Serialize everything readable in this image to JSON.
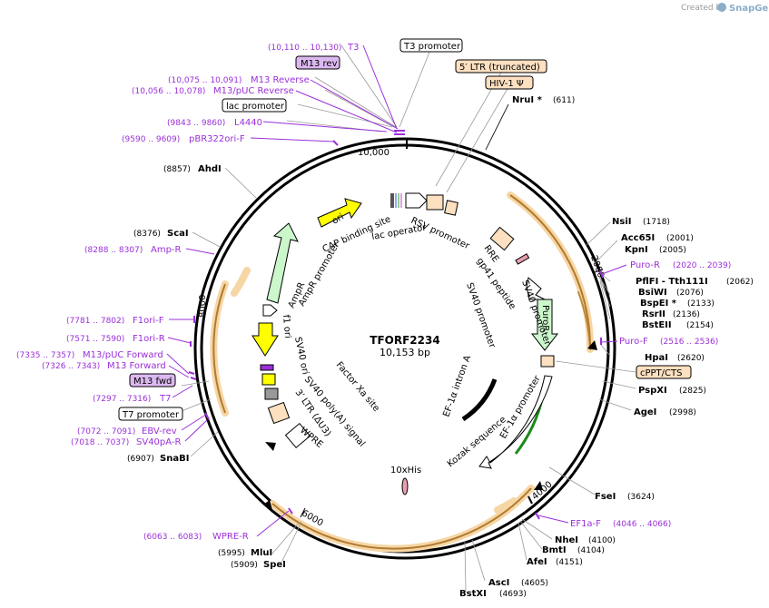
{
  "watermark": {
    "created_by": "Created by",
    "app": "SnapGene"
  },
  "plasmid": {
    "name": "TFORF2234",
    "size": "10,153 bp"
  },
  "ticks": [
    "10,000",
    "2000",
    "4000",
    "6000",
    "8000"
  ],
  "enzymes": [
    {
      "name": "NruI *",
      "pos": "(611)"
    },
    {
      "name": "NsiI",
      "pos": "(1718)"
    },
    {
      "name": "Acc65I",
      "pos": "(2001)"
    },
    {
      "name": "KpnI",
      "pos": "(2005)"
    },
    {
      "name": "PflFI - Tth111I",
      "pos": "(2062)"
    },
    {
      "name": "BsiWI",
      "pos": "(2076)"
    },
    {
      "name": "BspEI *",
      "pos": "(2133)"
    },
    {
      "name": "RsrII",
      "pos": "(2136)"
    },
    {
      "name": "BstEII",
      "pos": "(2154)"
    },
    {
      "name": "HpaI",
      "pos": "(2620)"
    },
    {
      "name": "PspXI",
      "pos": "(2825)"
    },
    {
      "name": "AgeI",
      "pos": "(2998)"
    },
    {
      "name": "FseI",
      "pos": "(3624)"
    },
    {
      "name": "NheI",
      "pos": "(4100)"
    },
    {
      "name": "BmtI",
      "pos": "(4104)"
    },
    {
      "name": "AfeI",
      "pos": "(4151)"
    },
    {
      "name": "AscI",
      "pos": "(4605)"
    },
    {
      "name": "BstXI",
      "pos": "(4693)"
    },
    {
      "name": "MluI",
      "pos": "(5995)"
    },
    {
      "name": "SpeI",
      "pos": "(5909)"
    },
    {
      "name": "SnaBI",
      "pos": "(6907)"
    },
    {
      "name": "ScaI",
      "pos": "(8376)"
    },
    {
      "name": "AhdI",
      "pos": "(8857)"
    }
  ],
  "primers": [
    {
      "name": "T3",
      "range": "(10,110 .. 10,130)"
    },
    {
      "name": "M13 Reverse",
      "range": "(10,075 .. 10,091)"
    },
    {
      "name": "M13/pUC Reverse",
      "range": "(10,056 .. 10,078)"
    },
    {
      "name": "L4440",
      "range": "(9843 .. 9860)"
    },
    {
      "name": "pBR322ori-F",
      "range": "(9590 .. 9609)"
    },
    {
      "name": "Amp-R",
      "range": "(8288 .. 8307)"
    },
    {
      "name": "F1ori-F",
      "range": "(7781 .. 7802)"
    },
    {
      "name": "F1ori-R",
      "range": "(7571 .. 7590)"
    },
    {
      "name": "M13/pUC Forward",
      "range": "(7335 .. 7357)"
    },
    {
      "name": "M13 Forward",
      "range": "(7326 .. 7343)"
    },
    {
      "name": "T7",
      "range": "(7297 .. 7316)"
    },
    {
      "name": "EBV-rev",
      "range": "(7072 .. 7091)"
    },
    {
      "name": "SV40pA-R",
      "range": "(7018 .. 7037)"
    },
    {
      "name": "WPRE-R",
      "range": "(6063 .. 6083)"
    },
    {
      "name": "Puro-R",
      "range": "(2020 .. 2039)"
    },
    {
      "name": "Puro-F",
      "range": "(2516 .. 2536)"
    },
    {
      "name": "EF1a-F",
      "range": "(4046 .. 4066)"
    }
  ],
  "boxed_labels": {
    "m13_rev": "M13 rev",
    "t3_promoter": "T3 promoter",
    "ltr_trunc": "5′ LTR (truncated)",
    "hiv_psi": "HIV-1 Ψ",
    "lac_promoter": "lac promoter",
    "cppt": "cPPT/CTS",
    "m13_fwd": "M13 fwd",
    "t7_promoter": "T7 promoter"
  },
  "features": {
    "rsv_promoter": "RSV promoter",
    "rre": "RRE",
    "gp41": "gp41 peptide",
    "sv40_promoter_a": "SV40 promoter",
    "sv40_promoter_b": "SV40 promoter",
    "puror": "PuroR",
    "ef1a_intron": "EF-1α intron A",
    "ef1a_promoter": "EF-1α promoter",
    "kozak": "Kozak sequence",
    "his": "10xHis",
    "wpre": "WPRE",
    "ltr3": "3′ LTR (ΔU3)",
    "sv40_polya": "SV40 poly(A) signal",
    "factor_xa": "Factor Xa site",
    "sv40_ori": "SV40 ori",
    "f1_ori": "f1 ori",
    "ampr": "AmpR",
    "ampr_promoter": "AmpR promoter",
    "ori": "ori",
    "cap": "CAP binding site",
    "lac_operator": "lac operator"
  },
  "colors": {
    "primer": "#9b30d9",
    "ampr": "#ccf7cc",
    "ori_fill": "#ffff00",
    "ltr_fill": "#fde0c0",
    "orange_arc": "#f0b860",
    "puror": "#ccf7cc",
    "m13_box": "#dcb8f0"
  }
}
